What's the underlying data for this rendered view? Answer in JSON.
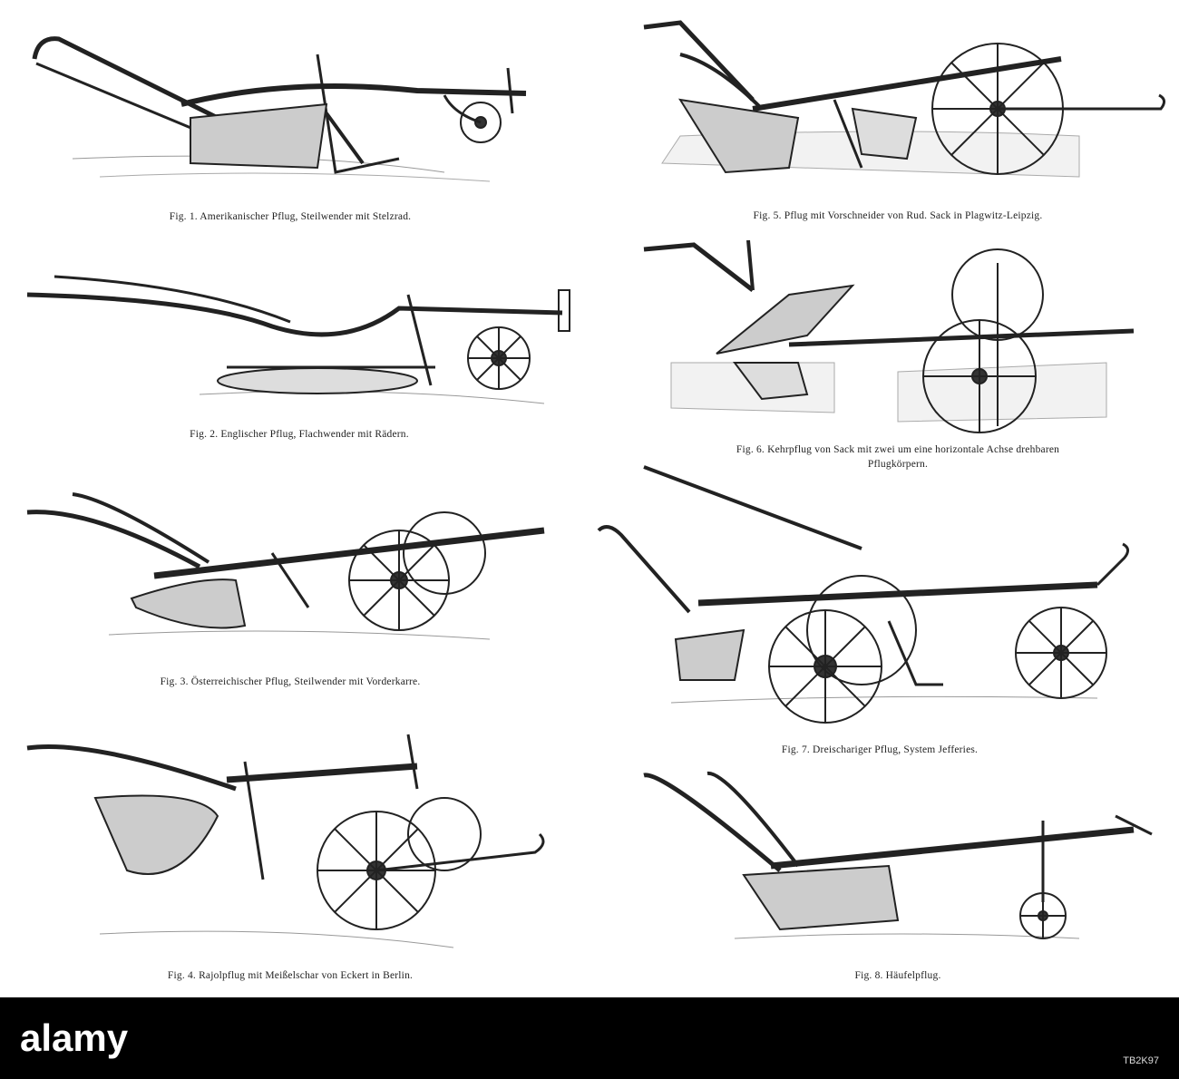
{
  "figures": [
    {
      "caption": "Fig. 1.  Amerikanischer Pflug, Steilwender mit Stelzrad."
    },
    {
      "caption": "Fig. 2.  Englischer Pflug, Flachwender mit Rädern."
    },
    {
      "caption": "Fig. 3.  Österreichischer Pflug, Steilwender mit Vorderkarre."
    },
    {
      "caption": "Fig. 4.  Rajolpflug mit Meißelschar von Eckert in Berlin."
    },
    {
      "caption": "Fig. 5.  Pflug mit Vorschneider von Rud. Sack in Plagwitz-Leipzig."
    },
    {
      "caption_line1": "Fig. 6.  Kehrpflug von Sack mit zwei um eine horizontale Achse drehbaren",
      "caption_line2": "Pflugkörpern."
    },
    {
      "caption": "Fig. 7.  Dreischariger Pflug, System Jefferies."
    },
    {
      "caption": "Fig. 8.  Häufelpflug."
    }
  ],
  "watermark": {
    "logo_text": "alamy",
    "image_id": "TB2K97"
  }
}
